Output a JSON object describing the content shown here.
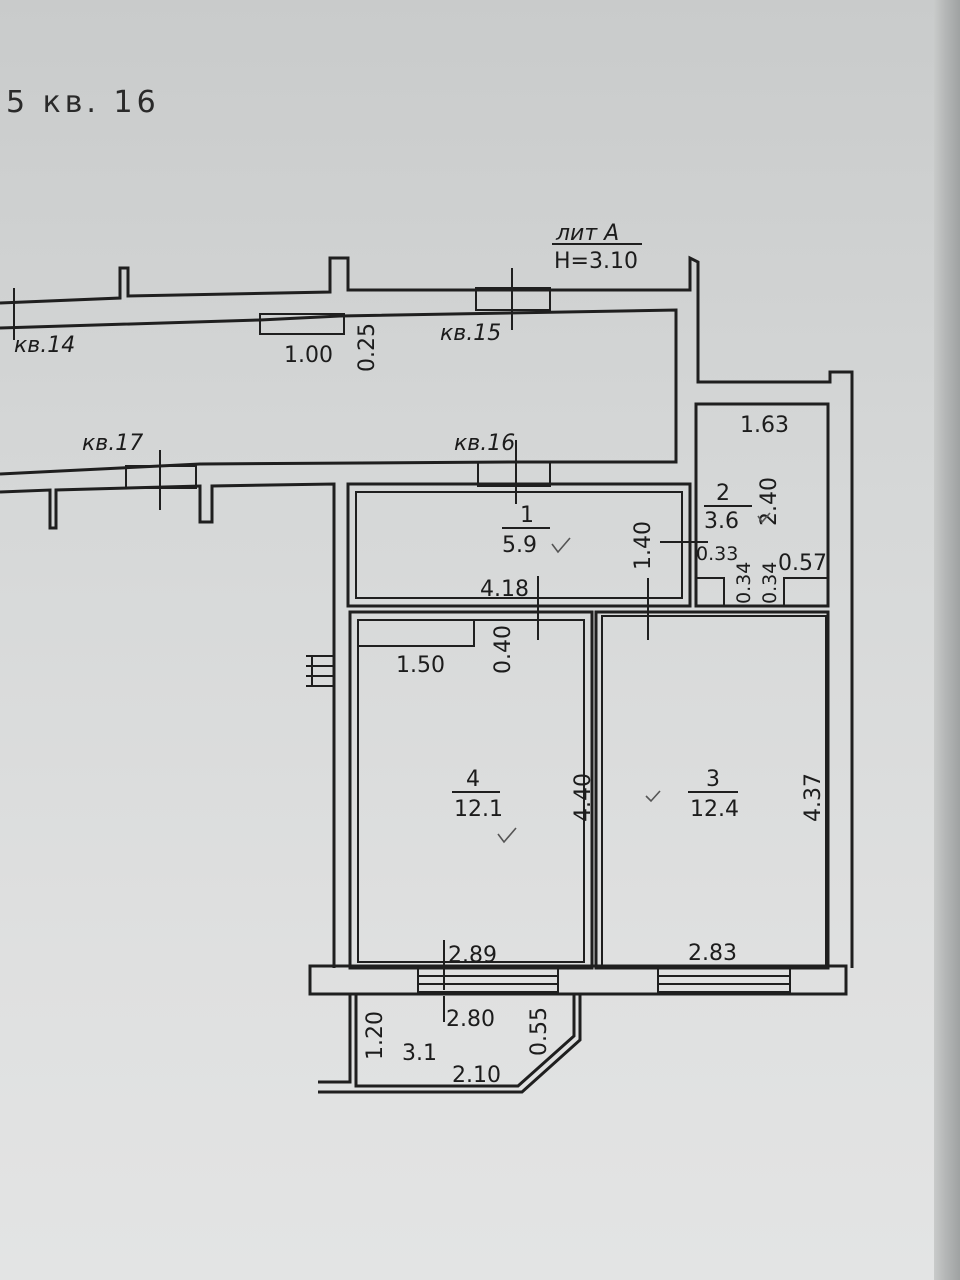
{
  "header": {
    "handwritten": "5 кв. 16"
  },
  "lit": {
    "line1": "лит А",
    "line2": "H=3.10"
  },
  "apartments": {
    "a14": "кв.14",
    "a15": "кв.15",
    "a16": "кв.16",
    "a17": "кв.17"
  },
  "rooms": {
    "r1": {
      "num": "1",
      "area": "5.9"
    },
    "r2": {
      "num": "2",
      "area": "3.6"
    },
    "r3": {
      "num": "3",
      "area": "12.4"
    },
    "r4": {
      "num": "4",
      "area": "12.1"
    },
    "balcony_area": "3.1"
  },
  "dims": {
    "d100": "1.00",
    "d025": "0.25",
    "d163": "1.63",
    "d240": "2.40",
    "d140": "1.40",
    "d033": "0.33",
    "d034a": "0.34",
    "d034b": "0.34",
    "d057": "0.57",
    "d418": "4.18",
    "d040": "0.40",
    "d150": "1.50",
    "d440": "4.40",
    "d437": "4.37",
    "d289": "2.89",
    "d283": "2.83",
    "d280": "2.80",
    "d055": "0.55",
    "d120": "1.20",
    "d210": "2.10"
  }
}
